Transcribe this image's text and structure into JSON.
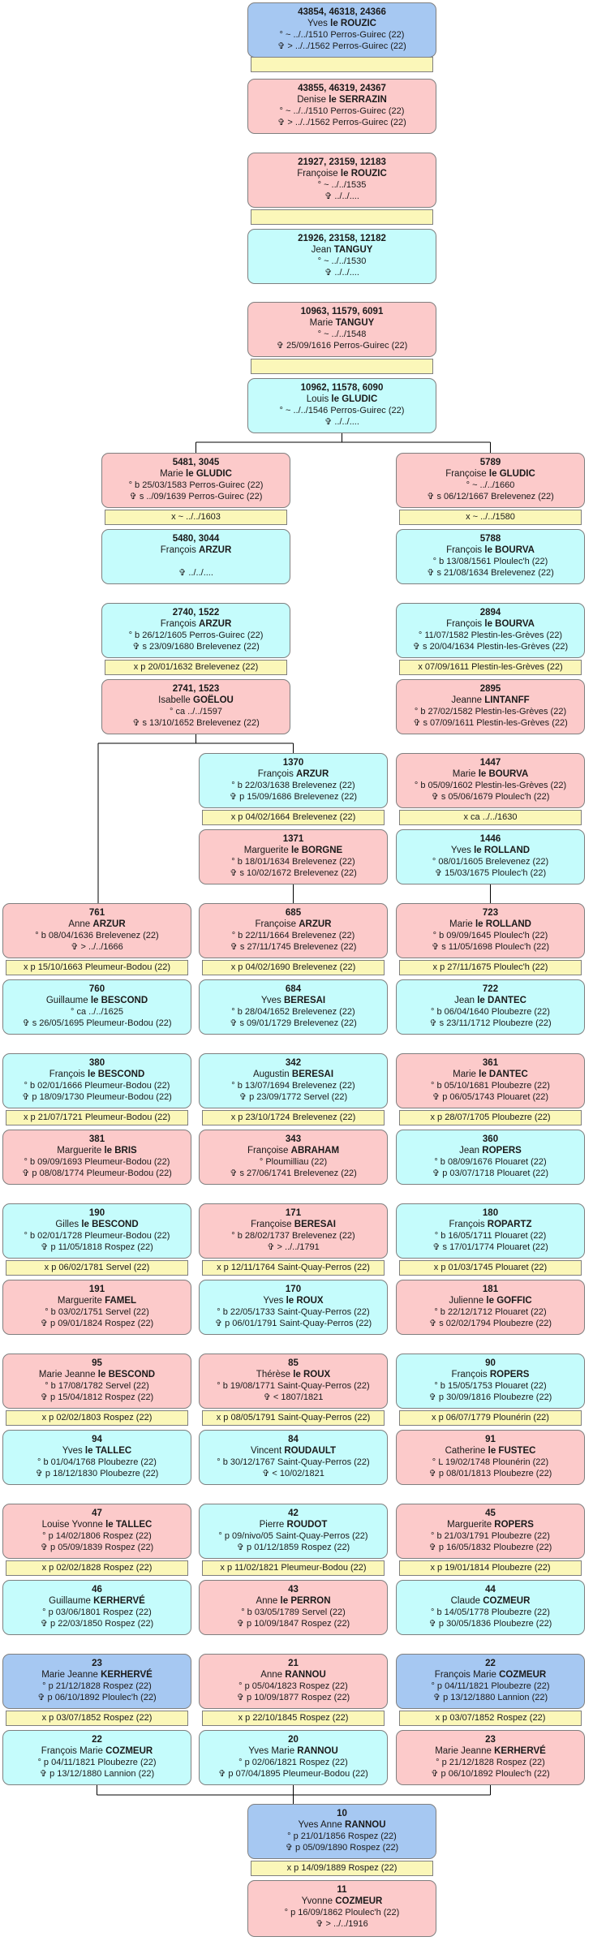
{
  "nodes": [
    {
      "id": "g1",
      "num": "43854, 46318, 24366",
      "given": "Yves",
      "surname": "le ROUZIC",
      "lines": [
        "° ~ ../../1510 Perros-Guirec (22)",
        "✞ > ../../1562 Perros-Guirec (22)"
      ],
      "sex": "h"
    },
    {
      "id": "g2",
      "num": "43855, 46319, 24367",
      "given": "Denise",
      "surname": "le SERRAZIN",
      "lines": [
        "° ~ ../../1510 Perros-Guirec (22)",
        "✞ > ../../1562 Perros-Guirec (22)"
      ],
      "sex": "f"
    },
    {
      "id": "g3",
      "num": "21927, 23159, 12183",
      "given": "Françoise",
      "surname": "le ROUZIC",
      "lines": [
        "° ~ ../../1535",
        "✞ ../../...."
      ],
      "sex": "f"
    },
    {
      "id": "g4",
      "num": "21926, 23158, 12182",
      "given": "Jean",
      "surname": "TANGUY",
      "lines": [
        "° ~ ../../1530",
        "✞ ../../...."
      ],
      "sex": "m"
    },
    {
      "id": "g5",
      "num": "10963, 11579, 6091",
      "given": "Marie",
      "surname": "TANGUY",
      "lines": [
        "° ~ ../../1548",
        "✞ 25/09/1616 Perros-Guirec (22)"
      ],
      "sex": "f"
    },
    {
      "id": "g6",
      "num": "10962, 11578, 6090",
      "given": "Louis",
      "surname": "le GLUDIC",
      "lines": [
        "° ~ ../../1546 Perros-Guirec (22)",
        "✞ ../../...."
      ],
      "sex": "m"
    },
    {
      "id": "a1",
      "num": "5481, 3045",
      "given": "Marie",
      "surname": "le GLUDIC",
      "lines": [
        "° b 25/03/1583 Perros-Guirec (22)",
        "✞ s ../09/1639 Perros-Guirec (22)"
      ],
      "sex": "f"
    },
    {
      "id": "a2",
      "num": "5480, 3044",
      "given": "François",
      "surname": "ARZUR",
      "lines": [
        "",
        "✞ ../../...."
      ],
      "sex": "m"
    },
    {
      "id": "a3",
      "num": "2740, 1522",
      "given": "François",
      "surname": "ARZUR",
      "lines": [
        "° b 26/12/1605 Perros-Guirec (22)",
        "✞ s 23/09/1680 Brelevenez (22)"
      ],
      "sex": "m"
    },
    {
      "id": "a4",
      "num": "2741, 1523",
      "given": "Isabelle",
      "surname": "GOËLOU",
      "lines": [
        "° ca ../../1597",
        "✞ s 13/10/1652 Brelevenez (22)"
      ],
      "sex": "f"
    },
    {
      "id": "c1",
      "num": "5789",
      "given": "Françoise",
      "surname": "le GLUDIC",
      "lines": [
        "° ~ ../../1660",
        "✞ s 06/12/1667 Brelevenez (22)"
      ],
      "sex": "f"
    },
    {
      "id": "c2",
      "num": "5788",
      "given": "François",
      "surname": "le BOURVA",
      "lines": [
        "° b 13/08/1561 Ploulec'h (22)",
        "✞ s 21/08/1634 Brelevenez (22)"
      ],
      "sex": "m"
    },
    {
      "id": "c3",
      "num": "2894",
      "given": "François",
      "surname": "le BOURVA",
      "lines": [
        "° 11/07/1582 Plestin-les-Grèves (22)",
        "✞ s 20/04/1634 Plestin-les-Grèves (22)"
      ],
      "sex": "m"
    },
    {
      "id": "c4",
      "num": "2895",
      "given": "Jeanne",
      "surname": "LINTANFF",
      "lines": [
        "° b 27/02/1582 Plestin-les-Grèves (22)",
        "✞ s 07/09/1611 Plestin-les-Grèves (22)"
      ],
      "sex": "f"
    },
    {
      "id": "b1",
      "num": "1370",
      "given": "François",
      "surname": "ARZUR",
      "lines": [
        "° b 22/03/1638 Brelevenez (22)",
        "✞ p 15/09/1686 Brelevenez (22)"
      ],
      "sex": "m"
    },
    {
      "id": "b2",
      "num": "1371",
      "given": "Marguerite",
      "surname": "le BORGNE",
      "lines": [
        "° b 18/01/1634 Brelevenez (22)",
        "✞ s 10/02/1672 Brelevenez (22)"
      ],
      "sex": "f"
    },
    {
      "id": "c5",
      "num": "1447",
      "given": "Marie",
      "surname": "le BOURVA",
      "lines": [
        "° b 05/09/1602 Plestin-les-Grèves (22)",
        "✞ s 05/06/1679 Ploulec'h (22)"
      ],
      "sex": "f"
    },
    {
      "id": "c6",
      "num": "1446",
      "given": "Yves",
      "surname": "le ROLLAND",
      "lines": [
        "° 08/01/1605 Brelevenez (22)",
        "✞ 15/03/1675 Ploulec'h (22)"
      ],
      "sex": "m"
    },
    {
      "id": "l0",
      "num": "761",
      "given": "Anne",
      "surname": "ARZUR",
      "lines": [
        "° b 08/04/1636 Brelevenez (22)",
        "✞ > ../../1666"
      ],
      "sex": "f"
    },
    {
      "id": "l1",
      "num": "760",
      "given": "Guillaume",
      "surname": "le BESCOND",
      "lines": [
        "° ca ../../1625",
        "✞ s 26/05/1695 Pleumeur-Bodou (22)"
      ],
      "sex": "m"
    },
    {
      "id": "m0",
      "num": "685",
      "given": "Françoise",
      "surname": "ARZUR",
      "lines": [
        "° b 22/11/1664 Brelevenez (22)",
        "✞ s 27/11/1745 Brelevenez (22)"
      ],
      "sex": "f"
    },
    {
      "id": "m1",
      "num": "684",
      "given": "Yves",
      "surname": "BERESAI",
      "lines": [
        "° b 28/04/1652 Brelevenez (22)",
        "✞ s 09/01/1729 Brelevenez (22)"
      ],
      "sex": "m"
    },
    {
      "id": "r0",
      "num": "723",
      "given": "Marie",
      "surname": "le ROLLAND",
      "lines": [
        "° b 09/09/1645 Ploulec'h (22)",
        "✞ s 11/05/1698 Ploulec'h (22)"
      ],
      "sex": "f"
    },
    {
      "id": "r1",
      "num": "722",
      "given": "Jean",
      "surname": "le DANTEC",
      "lines": [
        "° b 06/04/1640 Ploubezre (22)",
        "✞ s 23/11/1712 Ploubezre (22)"
      ],
      "sex": "m"
    },
    {
      "id": "l2",
      "num": "380",
      "given": "François",
      "surname": "le BESCOND",
      "lines": [
        "° b 02/01/1666 Pleumeur-Bodou (22)",
        "✞ p 18/09/1730 Pleumeur-Bodou (22)"
      ],
      "sex": "m"
    },
    {
      "id": "l3",
      "num": "381",
      "given": "Marguerite",
      "surname": "le BRIS",
      "lines": [
        "° b 09/09/1693 Pleumeur-Bodou (22)",
        "✞ p 08/08/1774 Pleumeur-Bodou (22)"
      ],
      "sex": "f"
    },
    {
      "id": "m2",
      "num": "342",
      "given": "Augustin",
      "surname": "BERESAI",
      "lines": [
        "° b 13/07/1694 Brelevenez (22)",
        "✞ p 23/09/1772 Servel (22)"
      ],
      "sex": "m"
    },
    {
      "id": "m3",
      "num": "343",
      "given": "Françoise",
      "surname": "ABRAHAM",
      "lines": [
        "° Ploumilliau (22)",
        "✞ s 27/06/1741 Brelevenez (22)"
      ],
      "sex": "f"
    },
    {
      "id": "r2",
      "num": "361",
      "given": "Marie",
      "surname": "le DANTEC",
      "lines": [
        "° b 05/10/1681 Ploubezre (22)",
        "✞ p 06/05/1743 Plouaret (22)"
      ],
      "sex": "f"
    },
    {
      "id": "r3",
      "num": "360",
      "given": "Jean",
      "surname": "ROPERS",
      "lines": [
        "° b 08/09/1676 Plouaret (22)",
        "✞ p 03/07/1718 Plouaret (22)"
      ],
      "sex": "m"
    },
    {
      "id": "l4",
      "num": "190",
      "given": "Gilles",
      "surname": "le BESCOND",
      "lines": [
        "° b 02/01/1728 Pleumeur-Bodou (22)",
        "✞ p 11/05/1818 Rospez (22)"
      ],
      "sex": "m"
    },
    {
      "id": "l5",
      "num": "191",
      "given": "Marguerite",
      "surname": "FAMEL",
      "lines": [
        "° b 03/02/1751 Servel (22)",
        "✞ p 09/01/1824 Rospez (22)"
      ],
      "sex": "f"
    },
    {
      "id": "m4",
      "num": "171",
      "given": "Françoise",
      "surname": "BERESAI",
      "lines": [
        "° b 28/02/1737 Brelevenez (22)",
        "✞ > ../../1791"
      ],
      "sex": "f"
    },
    {
      "id": "m5",
      "num": "170",
      "given": "Yves",
      "surname": "le ROUX",
      "lines": [
        "° b 22/05/1733 Saint-Quay-Perros (22)",
        "✞ p 06/01/1791 Saint-Quay-Perros (22)"
      ],
      "sex": "m"
    },
    {
      "id": "r4",
      "num": "180",
      "given": "François",
      "surname": "ROPARTZ",
      "lines": [
        "° b 16/05/1711 Plouaret (22)",
        "✞ s 17/01/1774 Plouaret (22)"
      ],
      "sex": "m"
    },
    {
      "id": "r5",
      "num": "181",
      "given": "Julienne",
      "surname": "le GOFFIC",
      "lines": [
        "° b 22/12/1712 Plouaret (22)",
        "✞ s 02/02/1794 Ploubezre (22)"
      ],
      "sex": "f"
    },
    {
      "id": "l6",
      "num": "95",
      "given": "Marie Jeanne",
      "surname": "le BESCOND",
      "lines": [
        "° b 17/08/1782 Servel (22)",
        "✞ p 15/04/1812 Rospez (22)"
      ],
      "sex": "f"
    },
    {
      "id": "l7",
      "num": "94",
      "given": "Yves",
      "surname": "le TALLEC",
      "lines": [
        "° b 01/04/1768 Ploubezre (22)",
        "✞ p 18/12/1830 Ploubezre (22)"
      ],
      "sex": "m"
    },
    {
      "id": "m6",
      "num": "85",
      "given": "Thérèse",
      "surname": "le ROUX",
      "lines": [
        "° b 19/08/1771 Saint-Quay-Perros (22)",
        "✞ < 1807/1821"
      ],
      "sex": "f"
    },
    {
      "id": "m7",
      "num": "84",
      "given": "Vincent",
      "surname": "ROUDAULT",
      "lines": [
        "° b 30/12/1767 Saint-Quay-Perros (22)",
        "✞ < 10/02/1821"
      ],
      "sex": "m"
    },
    {
      "id": "r6",
      "num": "90",
      "given": "François",
      "surname": "ROPERS",
      "lines": [
        "° b 15/05/1753 Plouaret (22)",
        "✞ p 30/09/1816 Ploubezre (22)"
      ],
      "sex": "m"
    },
    {
      "id": "r7",
      "num": "91",
      "given": "Catherine",
      "surname": "le FUSTEC",
      "lines": [
        "° L 19/02/1748 Plounérin (22)",
        "✞ p 08/01/1813 Ploubezre (22)"
      ],
      "sex": "f"
    },
    {
      "id": "l8",
      "num": "47",
      "given": "Louise Yvonne",
      "surname": "le TALLEC",
      "lines": [
        "° p 14/02/1806 Rospez (22)",
        "✞ p 05/09/1839 Rospez (22)"
      ],
      "sex": "f"
    },
    {
      "id": "l9",
      "num": "46",
      "given": "Guillaume",
      "surname": "KERHERVÉ",
      "lines": [
        "° p 03/06/1801 Rospez (22)",
        "✞ p 22/03/1850 Rospez (22)"
      ],
      "sex": "m"
    },
    {
      "id": "m8",
      "num": "42",
      "given": "Pierre",
      "surname": "ROUDOT",
      "lines": [
        "° p 09/nivo/05 Saint-Quay-Perros (22)",
        "✞ p 01/12/1859 Rospez (22)"
      ],
      "sex": "m"
    },
    {
      "id": "m9",
      "num": "43",
      "given": "Anne",
      "surname": "le PERRON",
      "lines": [
        "° b 03/05/1789 Servel (22)",
        "✞ p 10/09/1847 Rospez (22)"
      ],
      "sex": "f"
    },
    {
      "id": "r8",
      "num": "45",
      "given": "Marguerite",
      "surname": "ROPERS",
      "lines": [
        "° b 21/03/1791 Ploubezre (22)",
        "✞ p 16/05/1832 Ploubezre (22)"
      ],
      "sex": "f"
    },
    {
      "id": "r9",
      "num": "44",
      "given": "Claude",
      "surname": "COZMEUR",
      "lines": [
        "° b 14/05/1778 Ploubezre (22)",
        "✞ p 30/05/1836 Ploubezre (22)"
      ],
      "sex": "m"
    },
    {
      "id": "l10",
      "num": "23",
      "given": "Marie Jeanne",
      "surname": "KERHERVÉ",
      "lines": [
        "° p 21/12/1828 Rospez (22)",
        "✞ p 06/10/1892 Ploulec'h (22)"
      ],
      "sex": "h"
    },
    {
      "id": "l11",
      "num": "22",
      "given": "François Marie",
      "surname": "COZMEUR",
      "lines": [
        "° p 04/11/1821 Ploubezre (22)",
        "✞ p 13/12/1880 Lannion (22)"
      ],
      "sex": "m"
    },
    {
      "id": "m10",
      "num": "21",
      "given": "Anne",
      "surname": "RANNOU",
      "lines": [
        "° p 05/04/1823 Rospez (22)",
        "✞ p 10/09/1877 Rospez (22)"
      ],
      "sex": "f"
    },
    {
      "id": "m11",
      "num": "20",
      "given": "Yves Marie",
      "surname": "RANNOU",
      "lines": [
        "° p 02/06/1821 Rospez (22)",
        "✞ p 07/04/1895 Pleumeur-Bodou (22)"
      ],
      "sex": "m"
    },
    {
      "id": "r10",
      "num": "22",
      "given": "François Marie",
      "surname": "COZMEUR",
      "lines": [
        "° p 04/11/1821 Ploubezre (22)",
        "✞ p 13/12/1880 Lannion (22)"
      ],
      "sex": "h"
    },
    {
      "id": "r11",
      "num": "23",
      "given": "Marie Jeanne",
      "surname": "KERHERVÉ",
      "lines": [
        "° p 21/12/1828 Rospez (22)",
        "✞ p 06/10/1892 Ploulec'h (22)"
      ],
      "sex": "f"
    },
    {
      "id": "f1",
      "num": "10",
      "given": "Yves Anne",
      "surname": "RANNOU",
      "lines": [
        "° p 21/01/1856 Rospez (22)",
        "✞ p 05/09/1890 Rospez (22)"
      ],
      "sex": "h"
    },
    {
      "id": "f2",
      "num": "11",
      "given": "Yvonne",
      "surname": "COZMEUR",
      "lines": [
        "° p 16/09/1862 Ploulec'h (22)",
        "✞ > ../../1916"
      ],
      "sex": "f"
    }
  ],
  "marriages": [
    {
      "id": "x1",
      "text": ""
    },
    {
      "id": "x2",
      "text": ""
    },
    {
      "id": "x3",
      "text": ""
    },
    {
      "id": "xa1",
      "text": "x ~ ../../1603"
    },
    {
      "id": "xa3",
      "text": "x p 20/01/1632 Brelevenez (22)"
    },
    {
      "id": "xc1",
      "text": "x ~ ../../1580"
    },
    {
      "id": "xc3",
      "text": "x 07/09/1611 Plestin-les-Grèves (22)"
    },
    {
      "id": "xb1",
      "text": "x p 04/02/1664 Brelevenez (22)"
    },
    {
      "id": "xc5",
      "text": "x ca ../../1630"
    },
    {
      "id": "xl0",
      "text": "x p 15/10/1663 Pleumeur-Bodou (22)"
    },
    {
      "id": "xm0",
      "text": "x p 04/02/1690 Brelevenez (22)"
    },
    {
      "id": "xr0",
      "text": "x p 27/11/1675 Ploulec'h (22)"
    },
    {
      "id": "xl2",
      "text": "x p 21/07/1721 Pleumeur-Bodou (22)"
    },
    {
      "id": "xm2",
      "text": "x p 23/10/1724 Brelevenez (22)"
    },
    {
      "id": "xr2",
      "text": "x p 28/07/1705 Ploubezre (22)"
    },
    {
      "id": "xl4",
      "text": "x p 06/02/1781 Servel (22)"
    },
    {
      "id": "xm4",
      "text": "x p 12/11/1764 Saint-Quay-Perros (22)"
    },
    {
      "id": "xr4",
      "text": "x p 01/03/1745 Plouaret (22)"
    },
    {
      "id": "xl6",
      "text": "x p 02/02/1803 Rospez (22)"
    },
    {
      "id": "xm6",
      "text": "x p 08/05/1791 Saint-Quay-Perros (22)"
    },
    {
      "id": "xr6",
      "text": "x p 06/07/1779 Plounérin (22)"
    },
    {
      "id": "xl8",
      "text": "x p 02/02/1828 Rospez (22)"
    },
    {
      "id": "xm8",
      "text": "x p 11/02/1821 Pleumeur-Bodou (22)"
    },
    {
      "id": "xr8",
      "text": "x p 19/01/1814 Ploubezre (22)"
    },
    {
      "id": "xl10",
      "text": "x p 03/07/1852 Rospez (22)"
    },
    {
      "id": "xm10",
      "text": "x p 22/10/1845 Rospez (22)"
    },
    {
      "id": "xr10",
      "text": "x p 03/07/1852 Rospez (22)"
    },
    {
      "id": "xf1",
      "text": "x p 14/09/1889 Rospez (22)"
    }
  ],
  "colors": {
    "male": "#c5fcfc",
    "female": "#fccaca",
    "highlight": "#a6c8f2",
    "marriage": "#fbf7b9",
    "line": "#000000"
  }
}
